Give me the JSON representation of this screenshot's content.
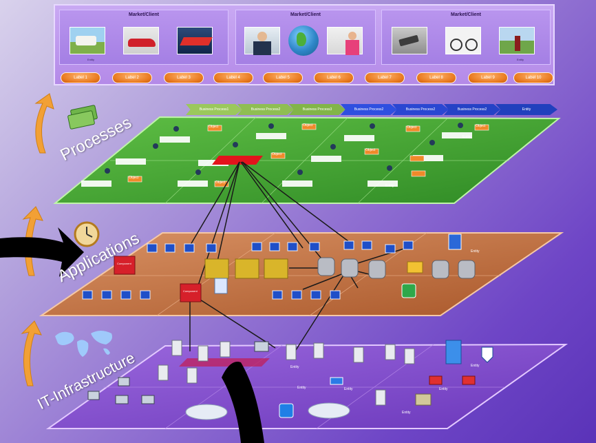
{
  "market": {
    "groups": [
      {
        "title": "Market/Client",
        "caption": "Entity"
      },
      {
        "title": "Market/Client"
      },
      {
        "title": "Market/Client",
        "caption": "Entity"
      }
    ],
    "labels": [
      "Label 1",
      "Label 2",
      "Label 3",
      "Label 4",
      "Label 5",
      "Label 6",
      "Label 7",
      "Label 8",
      "Label 9",
      "Label 10"
    ]
  },
  "layers": {
    "processes": "Processes",
    "applications": "Applications",
    "infrastructure": "IT-Infrastructure"
  },
  "process_steps": [
    "Business Process1",
    "Business Process2",
    "Business Process3",
    "Business Process2",
    "Business Process2",
    "Business Process2",
    "Entity"
  ],
  "process_layer": {
    "object_label": "Object",
    "entity_label": "Entity"
  },
  "app_layer": {
    "component_label": "Component",
    "entity_label": "Entity"
  },
  "infra_layer": {
    "entity_label": "Entity"
  },
  "colors": {
    "process_plane": "#3c9a2e",
    "app_plane": "#b96a38",
    "infra_plane": "#7b44c9",
    "market_panel": "#b48ae8",
    "label_pill": "#e8781d"
  }
}
